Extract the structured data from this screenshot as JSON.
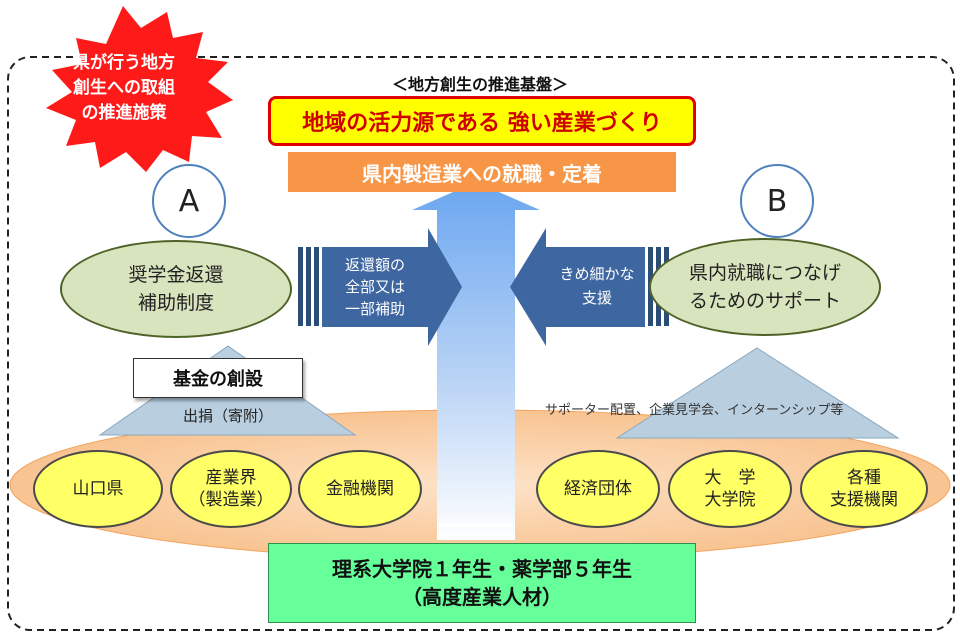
{
  "badge": "県が行う地方\n創生への取組\nの推進施策",
  "foundation_title": "＜地方創生の推進基盤＞",
  "main_goal": "地域の活力源である 強い産業づくり",
  "sub_goal": "県内製造業への就職・定着",
  "left": {
    "letter": "A",
    "program": "奨学金返還\n補助制度",
    "arrow_text": "返還額の\n全部又は\n一部補助",
    "fund": "基金の創設",
    "donation": "出捐（寄附）"
  },
  "right": {
    "letter": "B",
    "program": "県内就職につなげ\nるためのサポート",
    "arrow_text": "きめ細かな\n支援",
    "support_note": "サポーター配置、企業見学会、インターンシップ等"
  },
  "participants_left": [
    "山口県",
    "産業界\n（製造業）",
    "金融機関"
  ],
  "participants_right": [
    "経済団体",
    "大　学\n大学院",
    "各種\n支援機関"
  ],
  "target": "理系大学院１年生・薬学部５年生\n（高度産業人材）",
  "colors": {
    "badge_red": "#ff1a1a",
    "goal_yellow": "#ffff00",
    "goal_border": "#e00000",
    "sub_orange": "#f79646",
    "oval_green": "#d7e4bd",
    "oval_border": "#4f6228",
    "arrow_blue": "#4f81bd",
    "arrow_dark": "#2c4d75",
    "pill_yellow": "#ffff66",
    "base_orange": "#f9c89b",
    "target_green": "#66ff99",
    "triangle": "#b7cfe0"
  }
}
